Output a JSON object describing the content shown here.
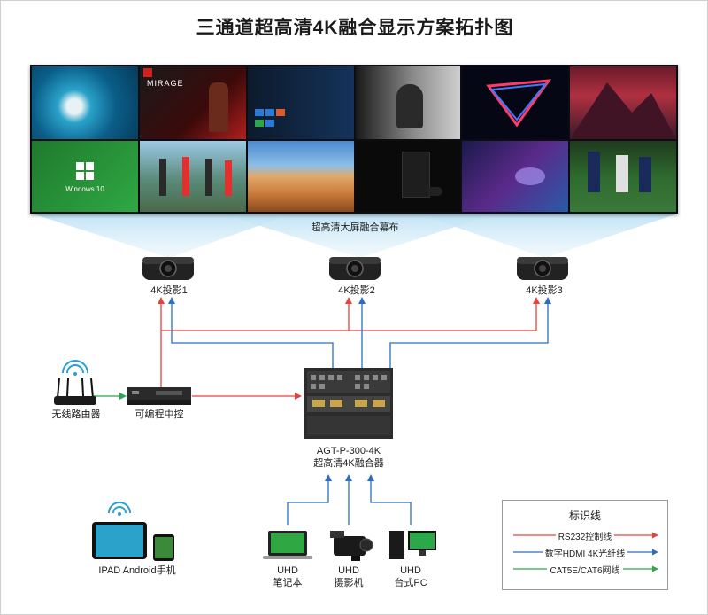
{
  "title": "三通道超高清4K融合显示方案拓扑图",
  "screen": {
    "label": "超高清大屏融合幕布",
    "tiles": [
      {
        "name": "surfer-wave",
        "text": ""
      },
      {
        "name": "mirage-game",
        "text": "MIRAGE"
      },
      {
        "name": "windows-start-menu",
        "text": ""
      },
      {
        "name": "soldier-bw",
        "text": ""
      },
      {
        "name": "neon-triangle",
        "text": ""
      },
      {
        "name": "red-mountain",
        "text": ""
      },
      {
        "name": "windows10-desktop",
        "text": "Windows 10"
      },
      {
        "name": "runners",
        "text": ""
      },
      {
        "name": "desert-dunes",
        "text": ""
      },
      {
        "name": "xbox-console",
        "text": ""
      },
      {
        "name": "esports-stage",
        "text": ""
      },
      {
        "name": "rugby-match",
        "text": ""
      }
    ]
  },
  "projectors": [
    {
      "label": "4K投影1"
    },
    {
      "label": "4K投影2"
    },
    {
      "label": "4K投影3"
    }
  ],
  "devices": {
    "router": "无线路由器",
    "controller": "可编程中控",
    "processor_model": "AGT-P-300-4K",
    "processor_name": "超高清4K融合器",
    "tablet_phone": "IPAD Android手机",
    "laptop_line1": "UHD",
    "laptop_line2": "笔记本",
    "camera_line1": "UHD",
    "camera_line2": "摄影机",
    "desktop_line1": "UHD",
    "desktop_line2": "台式PC"
  },
  "legend": {
    "title": "标识线",
    "items": [
      {
        "label": "RS232控制线",
        "color": "#e8413c"
      },
      {
        "label": "数字HDMI 4K光纤线",
        "color": "#2b6cc4"
      },
      {
        "label": "CAT5E/CAT6网线",
        "color": "#2aa84a"
      }
    ]
  },
  "colors": {
    "red": "#e8413c",
    "blue": "#2b6cc4",
    "green": "#2aa84a"
  }
}
